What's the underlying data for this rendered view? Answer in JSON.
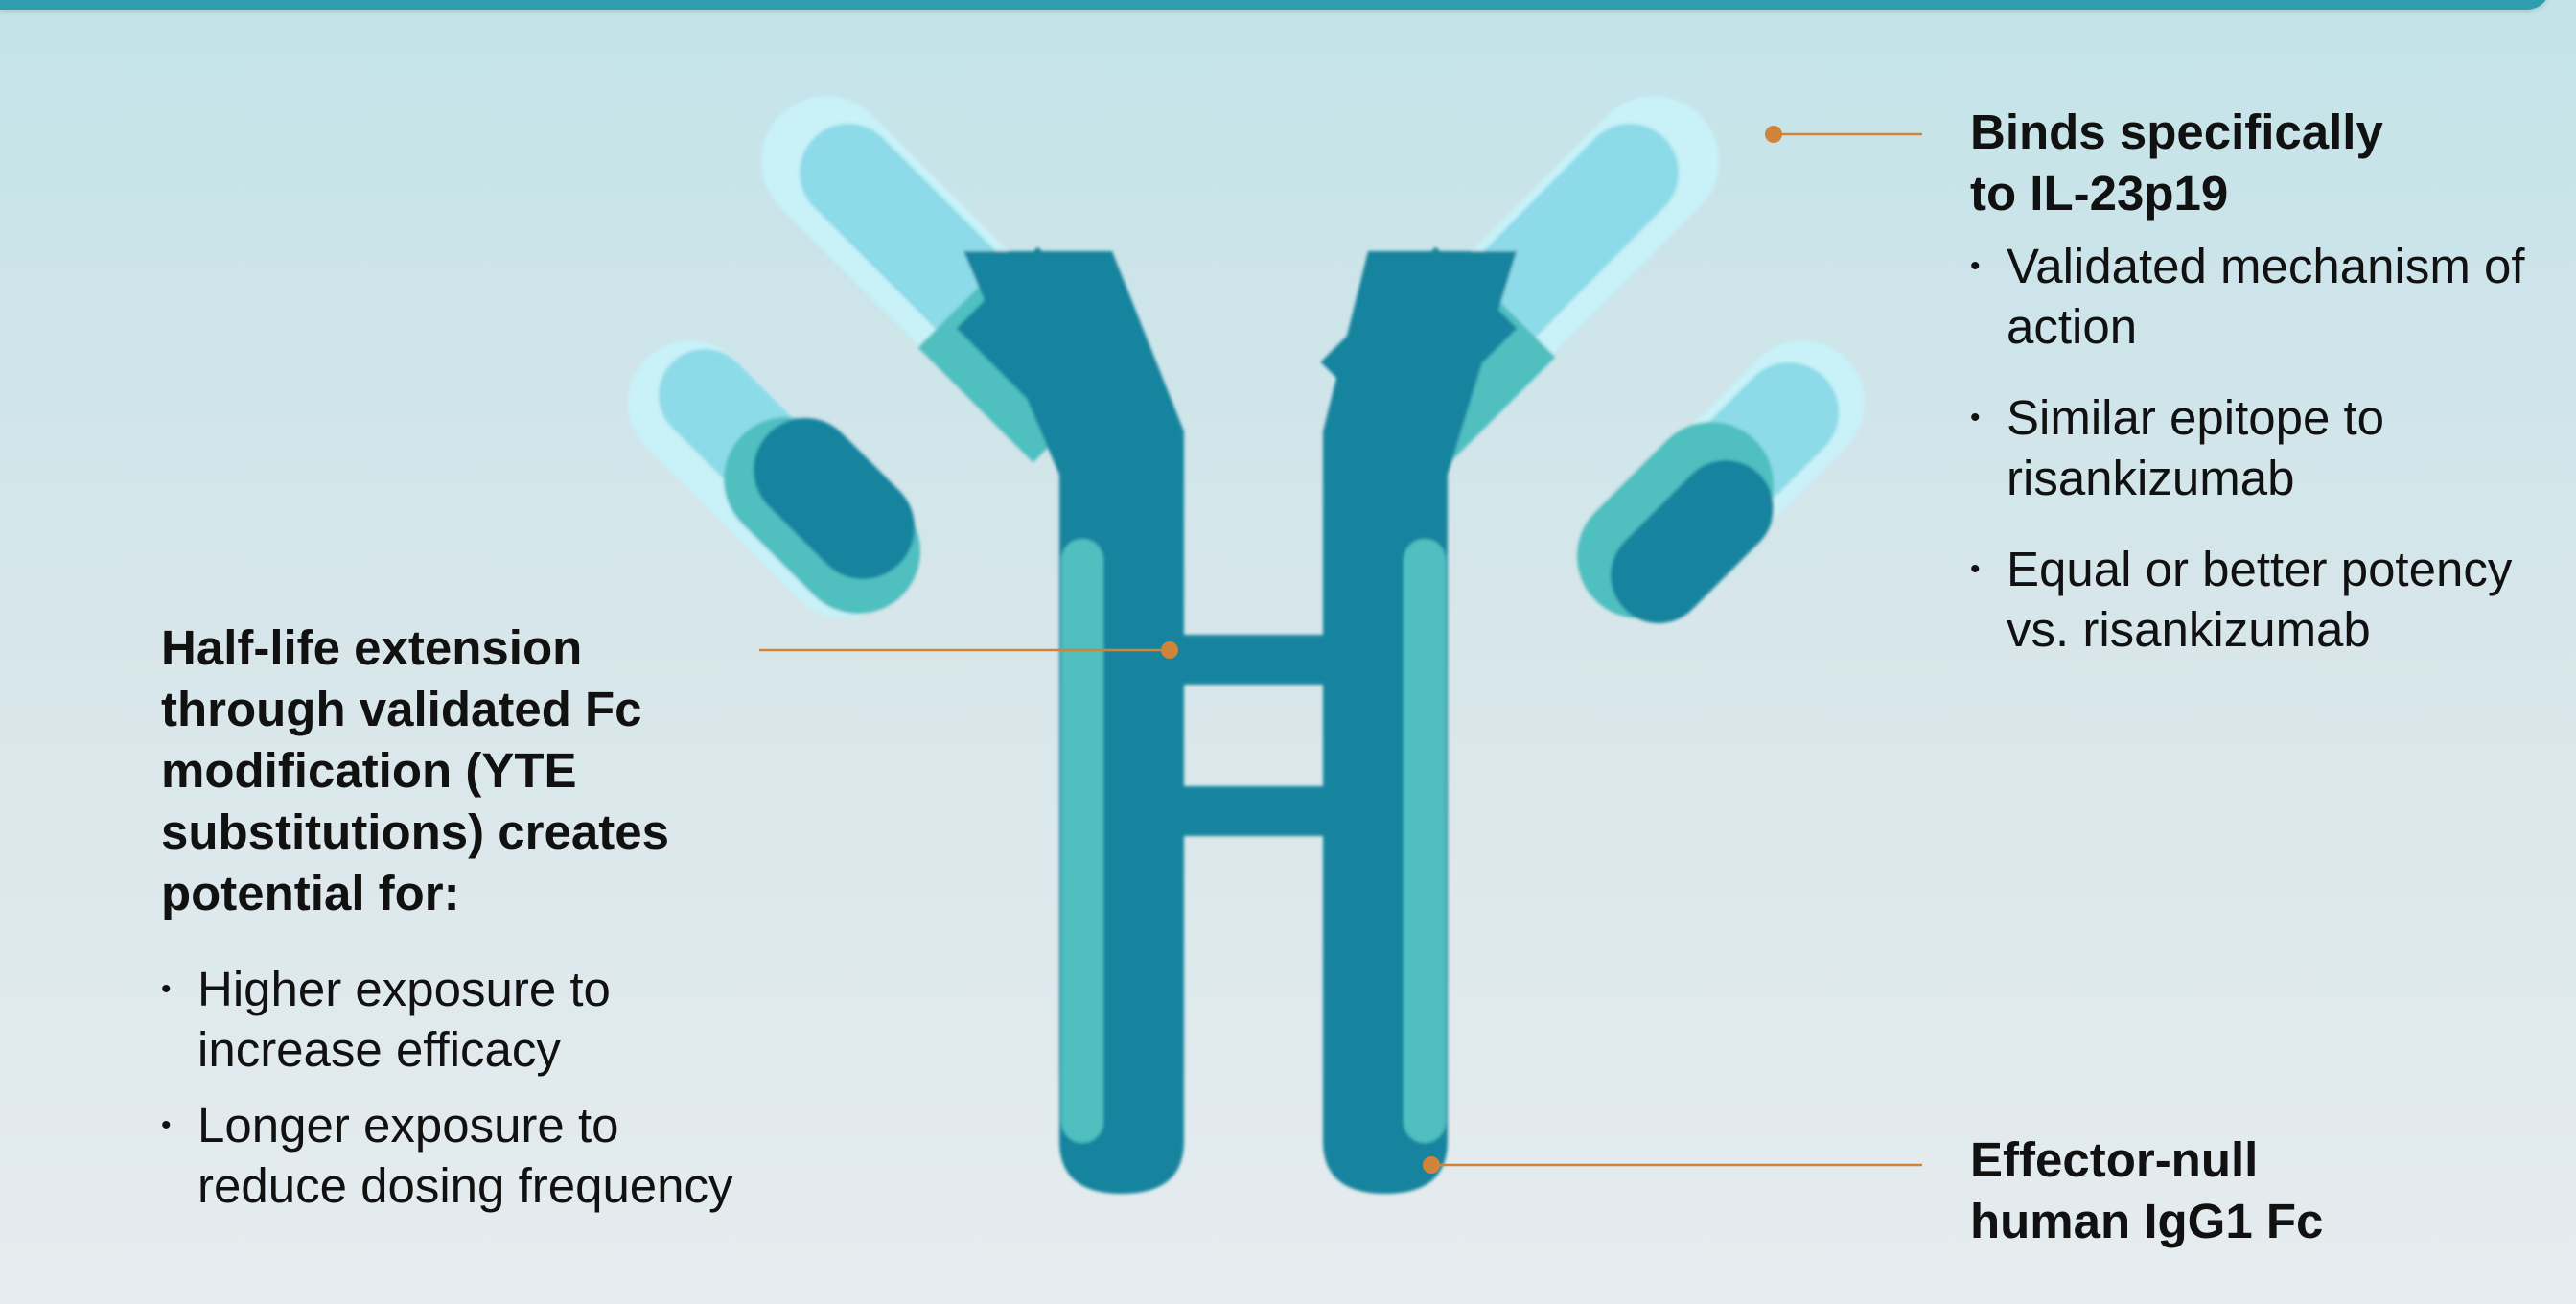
{
  "colors": {
    "background_top": "#c3e3e9",
    "background_bottom": "#e6ecef",
    "antibody_dark": "#17849e",
    "antibody_teal": "#4fbfc0",
    "antibody_light": "#8ddbe8",
    "antibody_pale": "#c8f1f8",
    "callout_line": "#d0843a"
  },
  "callouts": {
    "binds": {
      "heading": "Binds specifically to IL-23p19",
      "bullets": [
        "Validated mechanism of action",
        "Similar epitope to risankizumab",
        "Equal or better potency vs. risankizumab"
      ]
    },
    "half_life": {
      "heading": "Half-life extension through validated Fc modification (YTE substitutions) creates potential for:",
      "bullets": [
        "Higher exposure to increase efficacy",
        "Longer exposure to reduce dosing frequency"
      ]
    },
    "fc": {
      "heading": "Effector-null human IgG1 Fc"
    }
  }
}
